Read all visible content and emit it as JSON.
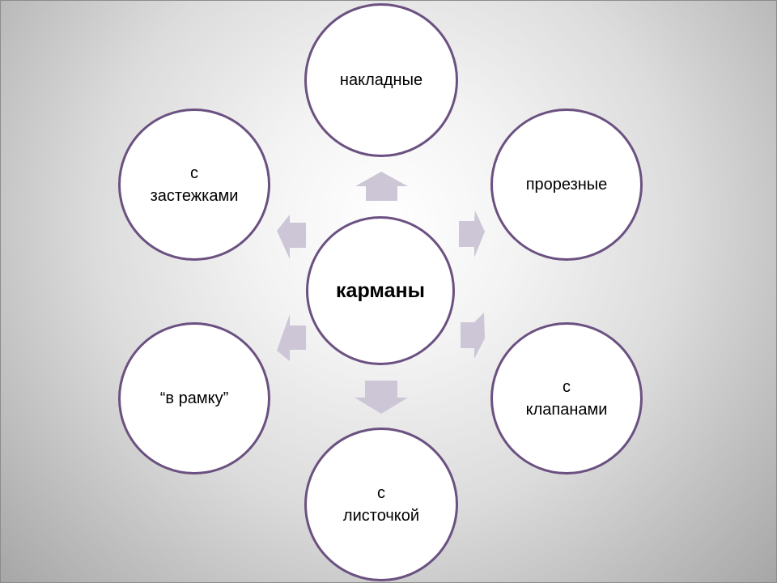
{
  "diagram": {
    "center": {
      "label": "карманы"
    },
    "nodes": [
      {
        "id": "top",
        "label": "накладные"
      },
      {
        "id": "upper-right",
        "label": "прорезные"
      },
      {
        "id": "lower-right",
        "label": "с\nклапанами"
      },
      {
        "id": "bottom",
        "label": "с\nлисточкой"
      },
      {
        "id": "lower-left",
        "label": "“в рамку”"
      },
      {
        "id": "upper-left",
        "label": "с\nзастежками"
      }
    ],
    "colors": {
      "circle_border": "#6b5181",
      "circle_fill": "#ffffff",
      "arrow_fill": "#cdc6d6",
      "background_center": "#ffffff",
      "background_edge": "#a6a6a6"
    },
    "icons": {
      "connector": "block-arrow"
    }
  }
}
